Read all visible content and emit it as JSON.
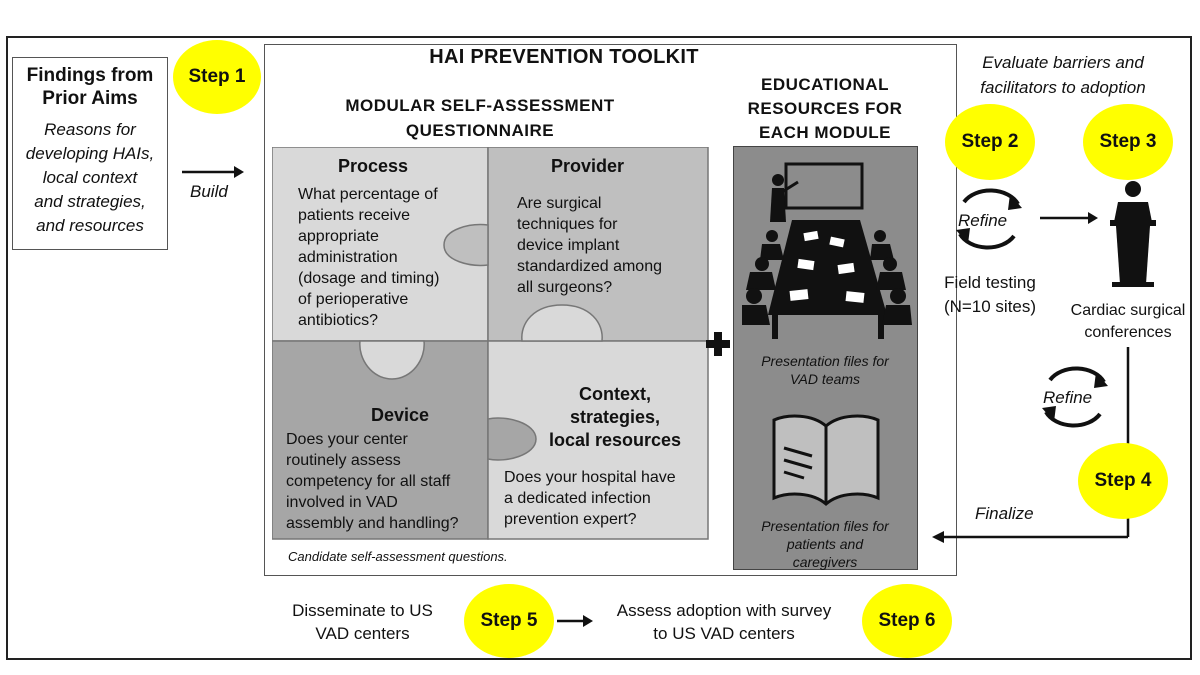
{
  "findings": {
    "title_line1": "Findings from",
    "title_line2": "Prior Aims",
    "body_lines": [
      "Reasons for",
      "developing HAIs,",
      "local context",
      "and strategies,",
      "and resources"
    ]
  },
  "build_label": "Build",
  "steps": [
    "Step 1",
    "Step 2",
    "Step 3",
    "Step 4",
    "Step 5",
    "Step 6"
  ],
  "toolkit": {
    "title": "HAI PREVENTION TOOLKIT",
    "questionnaire_line1": "MODULAR SELF-ASSESSMENT",
    "questionnaire_line2": "QUESTIONNAIRE",
    "educational_lines": [
      "EDUCATIONAL",
      "RESOURCES FOR",
      "EACH MODULE"
    ],
    "caption": "Candidate self-assessment questions."
  },
  "puzzle": {
    "process": {
      "title": "Process",
      "lines": [
        "What percentage of",
        "patients receive",
        "appropriate",
        "administration",
        "(dosage and timing)",
        "of perioperative",
        "antibiotics?"
      ]
    },
    "provider": {
      "title": "Provider",
      "lines": [
        "Are surgical",
        "techniques for",
        "device implant",
        "standardized among",
        "all surgeons?"
      ]
    },
    "device": {
      "title": "Device",
      "lines": [
        "Does your center",
        "routinely assess",
        "competency for all staff",
        "involved in VAD",
        "assembly and handling?"
      ]
    },
    "context": {
      "title_lines": [
        "Context,",
        "strategies,",
        "local resources"
      ],
      "lines": [
        "Does your hospital have",
        "a dedicated infection",
        "prevention expert?"
      ]
    }
  },
  "resources": {
    "vad_teams_lines": [
      "Presentation files for",
      "VAD teams"
    ],
    "patients_lines": [
      "Presentation files for",
      "patients and",
      "caregivers"
    ]
  },
  "evaluate_lines": [
    "Evaluate barriers and",
    "facilitators to adoption"
  ],
  "refine_label": "Refine",
  "field_testing_lines": [
    "Field testing",
    "(N=10 sites)"
  ],
  "conferences_lines": [
    "Cardiac surgical",
    "conferences"
  ],
  "finalize_label": "Finalize",
  "disseminate_lines": [
    "Disseminate to US",
    "VAD centers"
  ],
  "assess_lines": [
    "Assess adoption with survey",
    "to US VAD centers"
  ],
  "colors": {
    "step_fill": "#ffff00",
    "tile_light": "#d9d9d9",
    "tile_mid": "#bfbfbf",
    "tile_dark": "#a6a6a6",
    "edu_panel": "#8c8c8c"
  },
  "icons": [
    "meeting-presentation-icon",
    "open-book-icon",
    "speaker-podium-icon",
    "refine-cycle-icon",
    "plus-icon"
  ]
}
